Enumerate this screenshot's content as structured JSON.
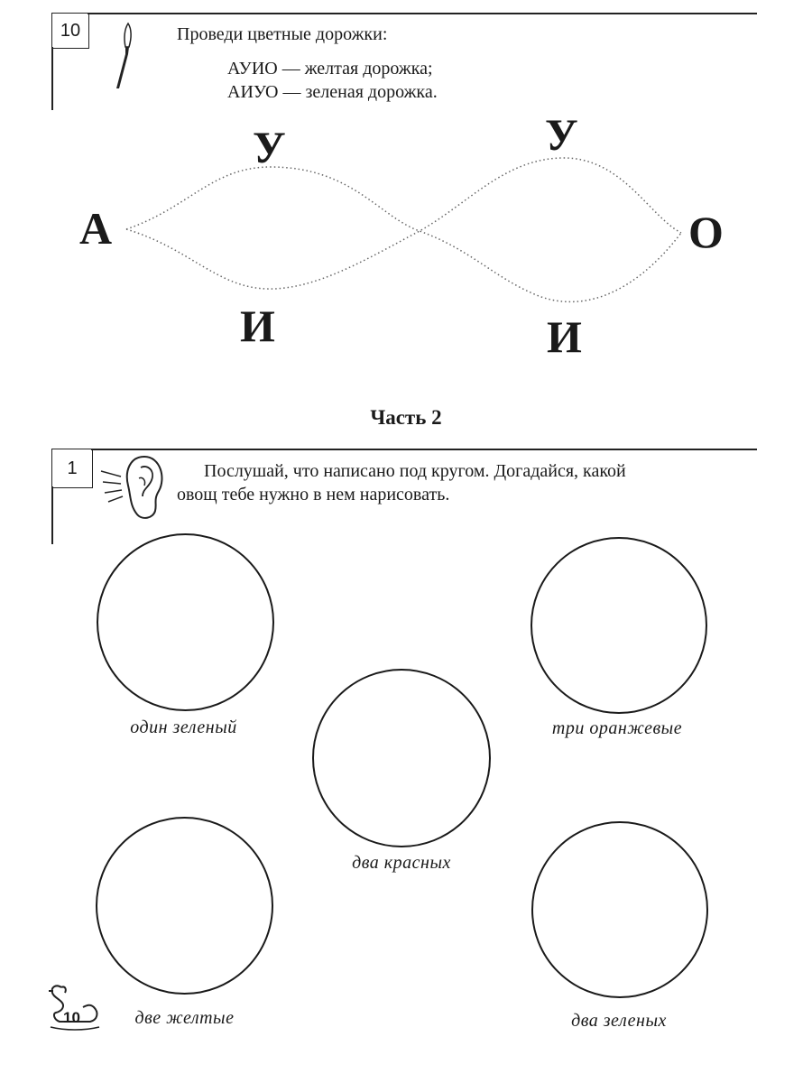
{
  "task1": {
    "number": "10",
    "instruction": "Проведи цветные дорожки:",
    "line1": "АУИО — желтая дорожка;",
    "line2": "АИУО — зеленая дорожка.",
    "icon": "paintbrush-icon",
    "letters": {
      "start": "А",
      "end": "О",
      "top_left": "У",
      "top_right": "У",
      "bottom_left": "И",
      "bottom_right": "И"
    }
  },
  "part": {
    "title": "Часть 2"
  },
  "task2": {
    "number": "1",
    "instruction_line1": "Послушай, что написано под кругом. Догадайся, какой",
    "instruction_line2": "овощ тебе нужно в нем нарисовать.",
    "icon": "ear-icon",
    "captions": {
      "top_left": "один зеленый",
      "top_right": "три оранжевые",
      "middle": "два красных",
      "bottom_left": "две желтые",
      "bottom_right": "два зеленых"
    }
  },
  "footer": {
    "page_number": "10",
    "icon": "swan-icon"
  }
}
